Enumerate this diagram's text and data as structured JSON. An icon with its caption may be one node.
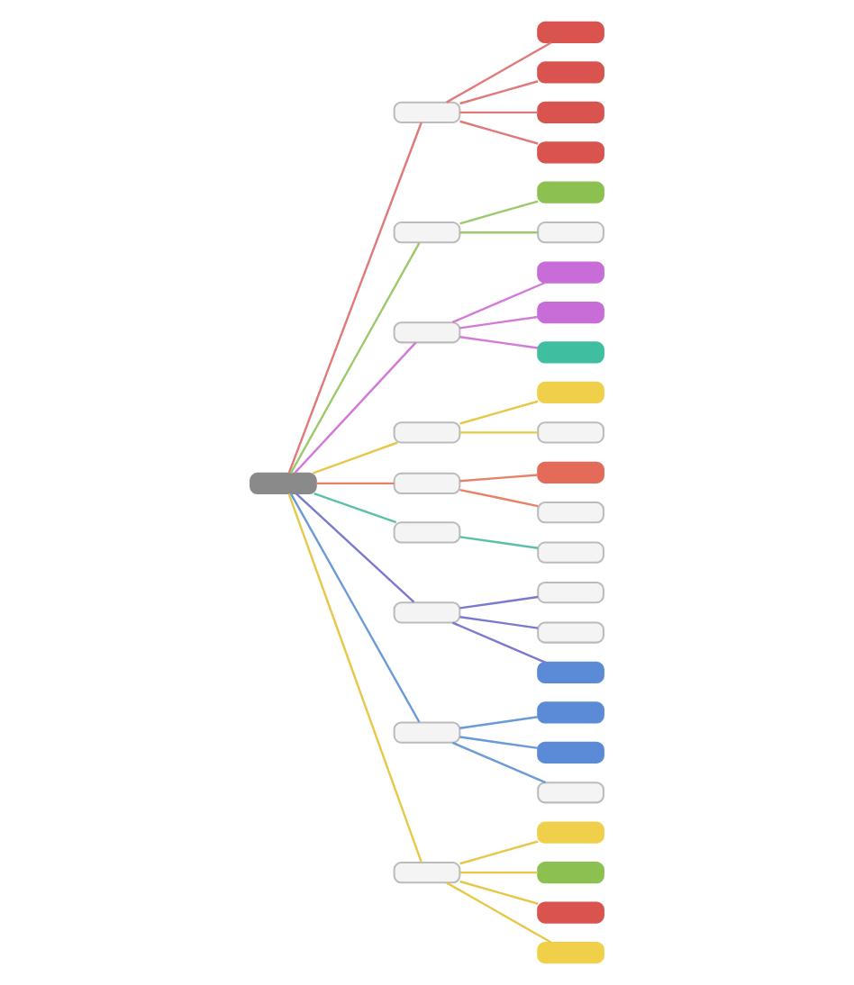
{
  "diagram": {
    "nodes": [
      {
        "text": [],
        "shape": "box"
      },
      {
        "text": [],
        "shape": "box"
      },
      {
        "text": [],
        "shape": "box"
      },
      {
        "text": [],
        "shape": "box"
      },
      {
        "text": [],
        "shape": "box"
      },
      {
        "text": [],
        "shape": "box"
      },
      {
        "text": [],
        "shape": "box"
      },
      {
        "text": [],
        "shape": "box"
      },
      {
        "text": [],
        "shape": "box"
      },
      {
        "text": [],
        "shape": "box"
      },
      {
        "text": [],
        "shape": "box"
      },
      {
        "text": [],
        "shape": "box"
      },
      {
        "text": [],
        "shape": "box"
      },
      {
        "text": [],
        "shape": "box"
      },
      {
        "text": [],
        "shape": "box"
      },
      {
        "text": [],
        "shape": "box"
      },
      {
        "text": [],
        "shape": "box"
      },
      {
        "text": [],
        "shape": "box"
      },
      {
        "text": [],
        "shape": "box"
      },
      {
        "text": [],
        "shape": "box"
      },
      {
        "text": [],
        "shape": "box"
      },
      {
        "text": [],
        "shape": "box"
      },
      {
        "text": [],
        "shape": "box"
      },
      {
        "text": [],
        "shape": "box"
      },
      {
        "text": [],
        "shape": "box"
      },
      {
        "text": [],
        "shape": "box"
      },
      {
        "text": [],
        "shape": "box"
      },
      {
        "text": [],
        "shape": "box"
      },
      {
        "text": [],
        "shape": "box"
      },
      {
        "text": [],
        "shape": "box"
      },
      {
        "text": [],
        "shape": "box"
      },
      {
        "text": [],
        "shape": "box"
      },
      {
        "text": [],
        "shape": "box"
      },
      {
        "text": [],
        "shape": "box"
      }
    ],
    "edges": [
      {
        "from": 0,
        "to": 1,
        "arrow": "none",
        "color": "#e07a7a"
      },
      {
        "from": 0,
        "to": 2,
        "arrow": "none",
        "color": "#9cc96b"
      },
      {
        "from": 0,
        "to": 3,
        "arrow": "none",
        "color": "#d27ad8"
      },
      {
        "from": 0,
        "to": 4,
        "arrow": "none",
        "color": "#e6c84a"
      },
      {
        "from": 0,
        "to": 5,
        "arrow": "none",
        "color": "#e8806a"
      },
      {
        "from": 0,
        "to": 6,
        "arrow": "none",
        "color": "#5cc0a8"
      },
      {
        "from": 0,
        "to": 7,
        "arrow": "none",
        "color": "#7a7ad0"
      },
      {
        "from": 0,
        "to": 8,
        "arrow": "none",
        "color": "#6a9ad8"
      },
      {
        "from": 0,
        "to": 9,
        "arrow": "none",
        "color": "#e6c84a"
      },
      {
        "from": 1,
        "to": 10,
        "arrow": "none",
        "color": "#e07a7a"
      },
      {
        "from": 1,
        "to": 11,
        "arrow": "none",
        "color": "#e07a7a"
      },
      {
        "from": 1,
        "to": 12,
        "arrow": "none",
        "color": "#e07a7a"
      },
      {
        "from": 1,
        "to": 13,
        "arrow": "none",
        "color": "#e07a7a"
      },
      {
        "from": 2,
        "to": 14,
        "arrow": "none",
        "color": "#9cc96b"
      },
      {
        "from": 2,
        "to": 15,
        "arrow": "none",
        "color": "#9cc96b"
      },
      {
        "from": 3,
        "to": 16,
        "arrow": "none",
        "color": "#d27ad8"
      },
      {
        "from": 3,
        "to": 17,
        "arrow": "none",
        "color": "#d27ad8"
      },
      {
        "from": 3,
        "to": 18,
        "arrow": "none",
        "color": "#d27ad8"
      },
      {
        "from": 4,
        "to": 19,
        "arrow": "none",
        "color": "#e6c84a"
      },
      {
        "from": 4,
        "to": 20,
        "arrow": "none",
        "color": "#e6c84a"
      },
      {
        "from": 5,
        "to": 21,
        "arrow": "none",
        "color": "#e8806a"
      },
      {
        "from": 5,
        "to": 22,
        "arrow": "none",
        "color": "#e8806a"
      },
      {
        "from": 6,
        "to": 23,
        "arrow": "none",
        "color": "#5cc0a8"
      },
      {
        "from": 7,
        "to": 24,
        "arrow": "none",
        "color": "#7a7ad0"
      },
      {
        "from": 7,
        "to": 25,
        "arrow": "none",
        "color": "#7a7ad0"
      },
      {
        "from": 7,
        "to": 26,
        "arrow": "none",
        "color": "#7a7ad0"
      },
      {
        "from": 8,
        "to": 27,
        "arrow": "none",
        "color": "#6a9ad8"
      },
      {
        "from": 8,
        "to": 28,
        "arrow": "none",
        "color": "#6a9ad8"
      },
      {
        "from": 8,
        "to": 29,
        "arrow": "none",
        "color": "#6a9ad8"
      },
      {
        "from": 9,
        "to": 30,
        "arrow": "none",
        "color": "#e6c84a"
      },
      {
        "from": 9,
        "to": 31,
        "arrow": "none",
        "color": "#e6c84a"
      },
      {
        "from": 9,
        "to": 32,
        "arrow": "none",
        "color": "#e6c84a"
      },
      {
        "from": 9,
        "to": 33,
        "arrow": "none",
        "color": "#e6c84a"
      }
    ]
  }
}
